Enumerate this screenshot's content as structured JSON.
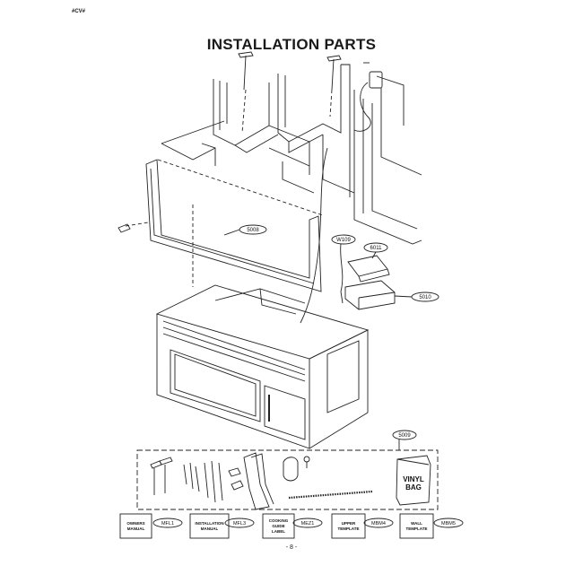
{
  "header": {
    "corner_code": "#CV#",
    "title": "INSTALLATION PARTS"
  },
  "callouts": {
    "mounting_plate": "5008",
    "wire": "W109",
    "vent_damper": "6011",
    "exhaust_adapter": "5010",
    "parts_kit": "5009"
  },
  "parts_kit": {
    "bag_label_line1": "VINYL",
    "bag_label_line2": "BAG"
  },
  "documents": [
    {
      "line1": "OWNERS",
      "line2": "MANUAL",
      "line3": "",
      "code": "MFL1"
    },
    {
      "line1": "INSTALLATION",
      "line2": "MANUAL",
      "line3": "",
      "code": "MFL3"
    },
    {
      "line1": "COOKING",
      "line2": "GUIDE",
      "line3": "LABEL",
      "code": "MEZ1"
    },
    {
      "line1": "UPPER",
      "line2": "TEMPLATE",
      "line3": "",
      "code": "MBM4"
    },
    {
      "line1": "WALL",
      "line2": "TEMPLATE",
      "line3": "",
      "code": "MBM5"
    }
  ],
  "footer": {
    "page_number": "- 8 -"
  }
}
